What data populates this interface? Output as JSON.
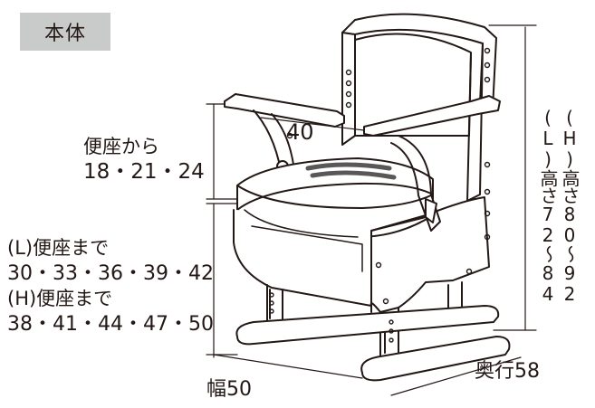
{
  "section_tag": "本体",
  "dimensions": {
    "arm_span": "40",
    "armrest_from_seat": {
      "line1": "便座から",
      "line2": "18・21・24"
    },
    "seat_height_L": {
      "line1": "(L)便座まで",
      "line2": "30・33・36・39・42"
    },
    "seat_height_H": {
      "line1": "(H)便座まで",
      "line2": "38・41・44・47・50"
    },
    "width": "幅50",
    "depth": "奥行58",
    "total_height_L": "(L)高さ72〜84",
    "total_height_H": "(H)高さ80〜92"
  },
  "colors": {
    "line": "#231815",
    "tag_bg": "#c9caca",
    "seat_band": "#595757"
  }
}
